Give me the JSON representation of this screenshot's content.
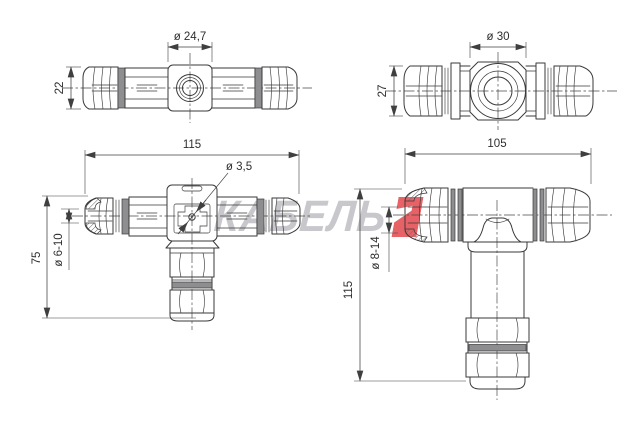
{
  "colors": {
    "background": "#ffffff",
    "line": "#3a3a3a",
    "dimension": "#3f3f3f",
    "dark_ring_fill": "#8e8e90",
    "watermark_text": "#c7c7cc",
    "watermark_mark": "#e13b40"
  },
  "watermark": {
    "text": "КАБЕЛЬ",
    "mark": "red-logo-mark"
  },
  "views": {
    "top_left": {
      "id": "straight-coupler-small-side-view",
      "dims": {
        "diameter": "ø 24,7",
        "height": "22"
      }
    },
    "top_right": {
      "id": "straight-coupler-large-side-view",
      "dims": {
        "diameter": "ø 30",
        "height": "27"
      }
    },
    "bottom_left": {
      "id": "t-connector-small-front-view",
      "dims": {
        "length": "115",
        "hole": "ø 3,5",
        "cable_range": "ø 6-10",
        "height": "75"
      }
    },
    "bottom_right": {
      "id": "t-connector-large-front-view",
      "dims": {
        "length": "105",
        "cable_range": "ø 8-14",
        "height": "115"
      }
    }
  }
}
